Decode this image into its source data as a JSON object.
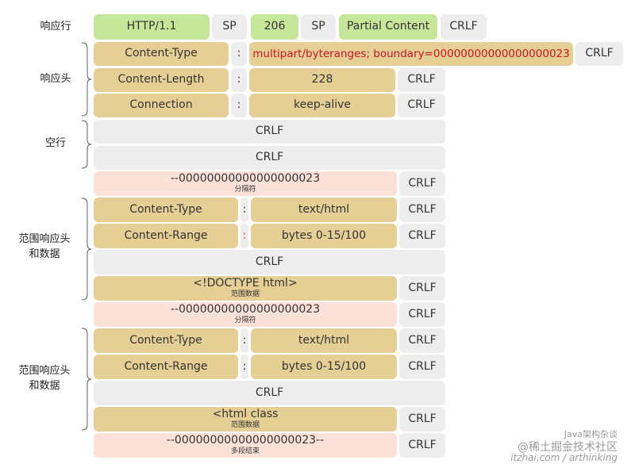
{
  "sections": {
    "status_line": "响应行",
    "headers": "响应头",
    "empty_line": "空行",
    "range_part_1": "范围响应头\n和数据",
    "range_part_2": "范围响应头\n和数据"
  },
  "status_line": {
    "version": "HTTP/1.1",
    "sp1": "SP",
    "code": "206",
    "sp2": "SP",
    "reason": "Partial Content",
    "crlf": "CRLF"
  },
  "headers": [
    {
      "name": "Content-Type",
      "colon": ":",
      "value": "multipart/byteranges; boundary=00000000000000000023",
      "crlf": "CRLF"
    },
    {
      "name": "Content-Length",
      "colon": ":",
      "value": "228",
      "crlf": "CRLF"
    },
    {
      "name": "Connection",
      "colon": ":",
      "value": "keep-alive",
      "crlf": "CRLF"
    }
  ],
  "empty_lines": [
    "CRLF",
    "CRLF"
  ],
  "boundary1": {
    "text": "--00000000000000000023",
    "caption": "分隔符",
    "crlf": "CRLF"
  },
  "part1": {
    "ctype_name": "Content-Type",
    "ctype_colon": ":",
    "ctype_value": "text/html",
    "ctype_crlf": "CRLF",
    "crange_name": "Content-Range",
    "crange_colon": ":",
    "crange_value": "bytes 0-15/100",
    "crange_crlf": "CRLF",
    "blank": "CRLF",
    "data": "<!DOCTYPE html>",
    "data_caption": "范围数据",
    "data_crlf": "CRLF"
  },
  "boundary2": {
    "text": "--00000000000000000023",
    "caption": "分隔符",
    "crlf": "CRLF"
  },
  "part2": {
    "ctype_name": "Content-Type",
    "ctype_colon": ":",
    "ctype_value": "text/html",
    "ctype_crlf": "CRLF",
    "crange_name": "Content-Range",
    "crange_colon": ":",
    "crange_value": "bytes 0-15/100",
    "crange_crlf": "CRLF",
    "blank": "CRLF",
    "data": "<html class",
    "data_caption": "范围数据",
    "data_crlf": "CRLF"
  },
  "final_boundary": {
    "text": "--00000000000000000023--",
    "caption": "多段结束",
    "crlf": "CRLF"
  },
  "watermark": {
    "line1": "Java架构杂谈",
    "line2": "@稀土掘金技术社区",
    "line3": "itzhai.com / arthinking"
  },
  "colors": {
    "status_green": "#c6e79a",
    "neutral_gray": "#ededed",
    "header_tan": "#e6cf94",
    "boundary_pink": "#fbe1d8",
    "value_red": "#c8141e"
  }
}
